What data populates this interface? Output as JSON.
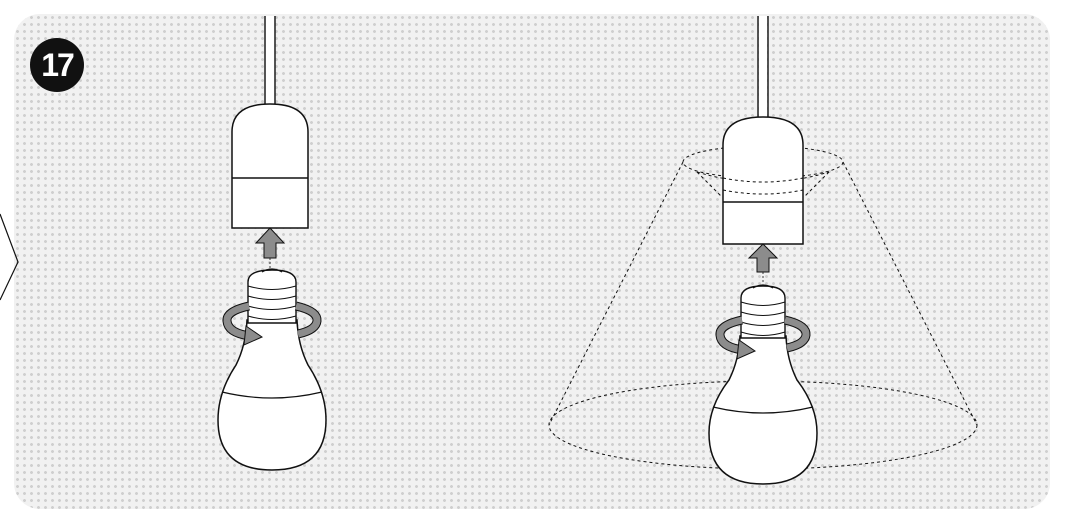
{
  "step": {
    "number": "17"
  },
  "colors": {
    "background_dots": "#cfcfcf",
    "panel": "#f1f1f1",
    "line": "#111111",
    "arrow_fill": "#8c8c8c",
    "badge": "#111111"
  },
  "figures": [
    {
      "name": "bulb-without-shade",
      "icons": [
        "lamp-socket-icon",
        "up-arrow-icon",
        "rotate-arrow-icon",
        "light-bulb-icon"
      ]
    },
    {
      "name": "bulb-with-shade",
      "icons": [
        "lamp-socket-icon",
        "lamp-shade-outline-icon",
        "up-arrow-icon",
        "rotate-arrow-icon",
        "light-bulb-icon"
      ]
    }
  ]
}
